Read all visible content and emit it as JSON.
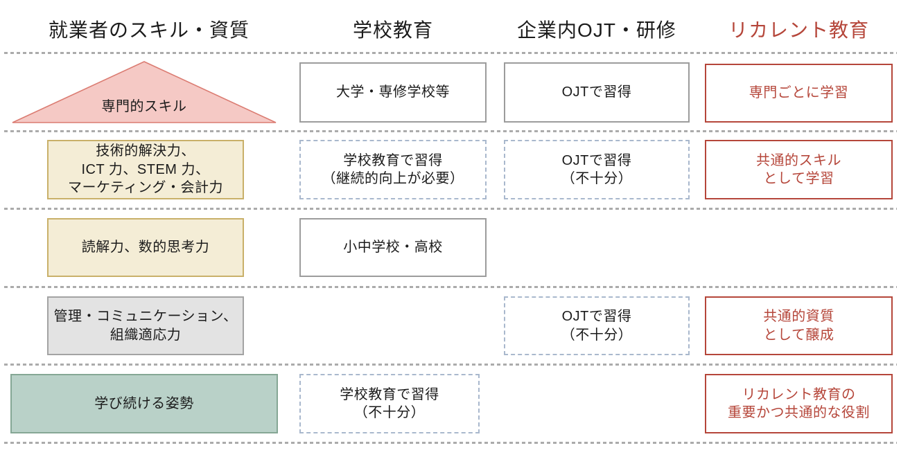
{
  "colors": {
    "accent_red": "#b5463a",
    "triangle_fill": "#f5c9c5",
    "triangle_stroke": "#db7c72",
    "tan_fill": "#f4edd6",
    "tan_border": "#c9b069",
    "gray_fill": "#e3e3e3",
    "green_fill": "#b9d1c8",
    "dashed_border": "#a9b8cd",
    "separator": "#ababab"
  },
  "headers": [
    {
      "label": "就業者のスキル・資質"
    },
    {
      "label": "学校教育"
    },
    {
      "label": "企業内OJT・研修"
    },
    {
      "label": "リカレント教育"
    }
  ],
  "rows": [
    {
      "skill": {
        "label": "専門的スキル"
      },
      "school": {
        "label": "大学・専修学校等"
      },
      "ojt": {
        "label": "OJTで習得"
      },
      "recurrent": {
        "label": "専門ごとに学習"
      }
    },
    {
      "skill": {
        "label": "技術的解決力、\nICT 力、STEM 力、\nマーケティング・会計力"
      },
      "school": {
        "label": "学校教育で習得\n（継続的向上が必要）"
      },
      "ojt": {
        "label": "OJTで習得\n（不十分）"
      },
      "recurrent": {
        "label": "共通的スキル\nとして学習"
      }
    },
    {
      "skill": {
        "label": "読解力、数的思考力"
      },
      "school": {
        "label": "小中学校・高校"
      }
    },
    {
      "skill": {
        "label": "管理・コミュニケーション、\n組織適応力"
      },
      "ojt": {
        "label": "OJTで習得\n（不十分）"
      },
      "recurrent": {
        "label": "共通的資質\nとして醸成"
      }
    },
    {
      "skill": {
        "label": "学び続ける姿勢"
      },
      "school": {
        "label": "学校教育で習得\n（不十分）"
      },
      "recurrent": {
        "label": "リカレント教育の\n重要かつ共通的な役割"
      }
    }
  ]
}
